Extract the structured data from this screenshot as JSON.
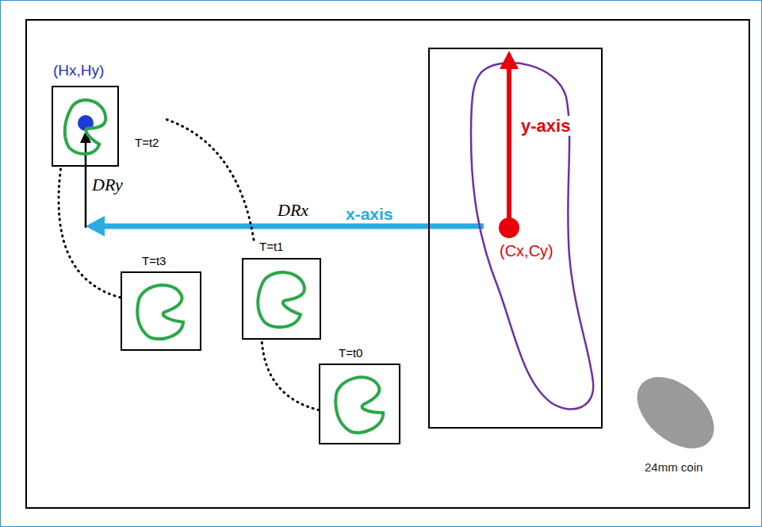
{
  "diagram": {
    "nodes": [
      {
        "text": [
          "(Hx,Hy)",
          "T=t2"
        ]
      },
      {
        "text": [
          "y-axis",
          "(Cx,Cy)"
        ]
      },
      {
        "text": [
          "T=t1"
        ]
      },
      {
        "text": [
          "T=t3"
        ]
      },
      {
        "text": [
          "T=t0"
        ]
      },
      {
        "text": [
          "24mm coin"
        ]
      }
    ],
    "edges": [
      {
        "from": 4,
        "to": 2,
        "arrow": "none"
      },
      {
        "from": 2,
        "to": 0,
        "arrow": "none"
      },
      {
        "from": 0,
        "to": 3,
        "arrow": "none"
      }
    ],
    "labels": [
      "x-axis",
      "DRx",
      "DRy"
    ]
  }
}
